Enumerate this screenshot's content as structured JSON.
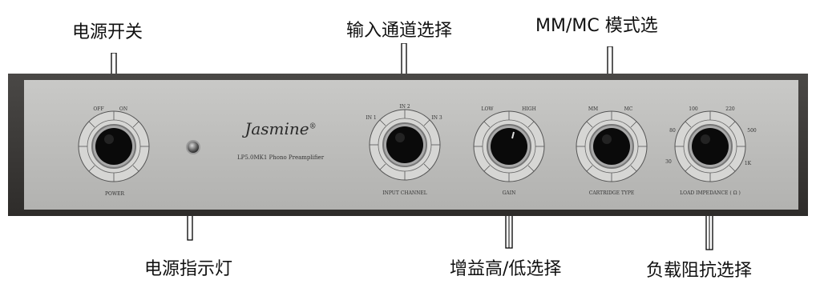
{
  "callouts": {
    "power_switch": "电源开关",
    "input_select": "输入通道选择",
    "mm_mc": "MM/MC 模式选",
    "power_led": "电源指示灯",
    "gain_select": "增益高/低选择",
    "load_select": "负载阻抗选择"
  },
  "panel": {
    "brand": "Jasmine",
    "brand_mark": "®",
    "model": "LP5.0MK1 Phono Preamplifier",
    "power": {
      "label": "POWER",
      "off": "OFF",
      "on": "ON"
    },
    "input": {
      "label": "INPUT CHANNEL",
      "in1": "IN 1",
      "in2": "IN 2",
      "in3": "IN 3"
    },
    "gain": {
      "label": "GAIN",
      "low": "LOW",
      "high": "HIGH"
    },
    "cartridge": {
      "label": "CARTRIDGE TYPE",
      "mm": "MM",
      "mc": "MC"
    },
    "load": {
      "label": "LOAD IMPEDANCE ( Ω )",
      "v1": "30",
      "v2": "80",
      "v3": "100",
      "v4": "220",
      "v5": "500",
      "v6": "1K"
    }
  },
  "colors": {
    "panel": "#c4c4c2",
    "frame": "#3a3836",
    "knob": "#0a0a0a"
  }
}
